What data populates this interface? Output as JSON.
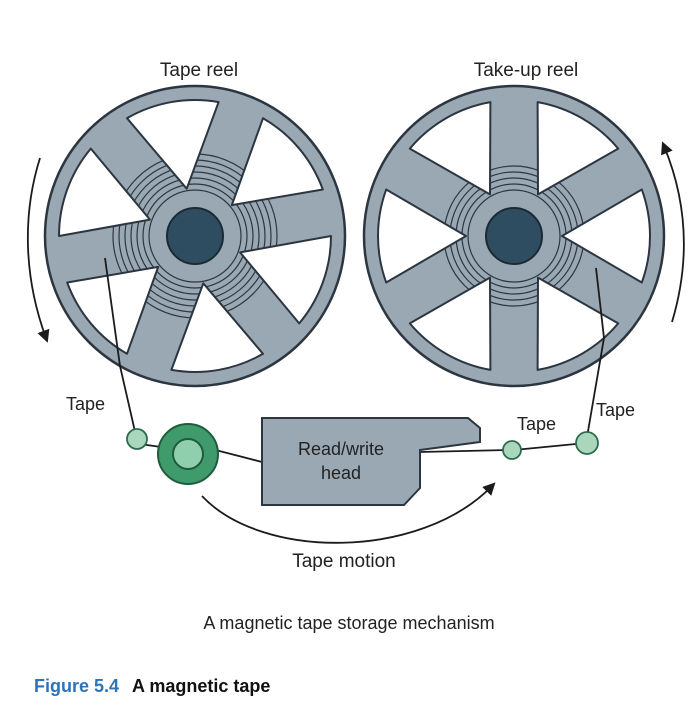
{
  "labels": {
    "supply_reel": "Tape reel",
    "takeup_reel": "Take-up reel",
    "tape_left": "Tape",
    "tape_middle": "Tape",
    "tape_right": "Tape",
    "head_line1": "Read/write",
    "head_line2": "head",
    "motion": "Tape motion",
    "mechanism_caption": "A magnetic tape storage mechanism"
  },
  "figure": {
    "number": "Figure 5.4",
    "title": "A magnetic tape"
  },
  "colors": {
    "reel_fill": "#9aa8b4",
    "reel_stroke": "#2c3640",
    "hub_fill": "#2f4d60",
    "roller_fill": "#a9d6bd",
    "capstan_fill": "#3f9b6c",
    "head_fill": "#9aa8b4",
    "caption_accent": "#2d73b9"
  }
}
